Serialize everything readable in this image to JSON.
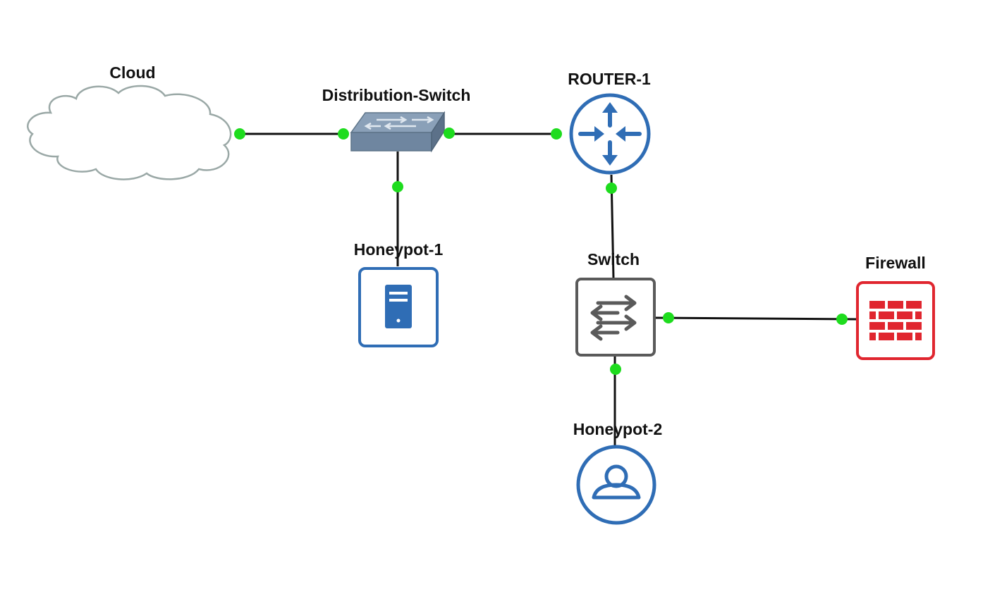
{
  "diagram": {
    "nodes": {
      "cloud": {
        "label": "Cloud",
        "icon": "cloud-icon"
      },
      "distribution_switch": {
        "label": "Distribution-Switch",
        "icon": "switch-icon"
      },
      "router_1": {
        "label": "ROUTER-1",
        "icon": "router-icon"
      },
      "honeypot_1": {
        "label": "Honeypot-1",
        "icon": "server-icon"
      },
      "switch": {
        "label": "Switch",
        "icon": "switch-icon"
      },
      "firewall": {
        "label": "Firewall",
        "icon": "firewall-icon"
      },
      "honeypot_2": {
        "label": "Honeypot-2",
        "icon": "user-icon"
      }
    },
    "links": [
      {
        "from": "Cloud",
        "to": "Distribution-Switch"
      },
      {
        "from": "Distribution-Switch",
        "to": "ROUTER-1"
      },
      {
        "from": "Distribution-Switch",
        "to": "Honeypot-1"
      },
      {
        "from": "ROUTER-1",
        "to": "Switch"
      },
      {
        "from": "Switch",
        "to": "Firewall"
      },
      {
        "from": "Switch",
        "to": "Honeypot-2"
      }
    ],
    "colors": {
      "link": "#111111",
      "port": "#1edc1e",
      "router_blue": "#2f6db5",
      "server_blue": "#2f6db5",
      "switch_gray": "#5a5a5a",
      "firewall_red": "#e0262f",
      "distribution_switch": "#7f96ad",
      "cloud_outline": "#9aa8a6"
    }
  }
}
